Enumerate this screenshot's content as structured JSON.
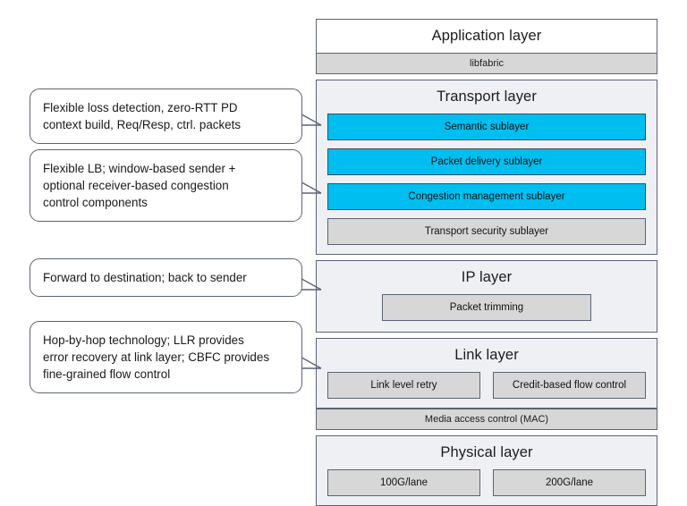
{
  "diagram": {
    "title": "Network protocol stack layers with annotations",
    "colors": {
      "sublayer_highlight": "#00bff0",
      "sublayer_gray": "#d7d7d7",
      "layer_background": "#eef0f4",
      "border": "#5b6475",
      "application_background": "#ffffff"
    }
  },
  "stack": {
    "application": {
      "title": "Application layer",
      "bar": "libfabric"
    },
    "transport": {
      "title": "Transport layer",
      "sublayers": [
        {
          "label": "Semantic sublayer",
          "style": "cyan"
        },
        {
          "label": "Packet delivery sublayer",
          "style": "cyan"
        },
        {
          "label": "Congestion management sublayer",
          "style": "cyan"
        },
        {
          "label": "Transport security sublayer",
          "style": "gray"
        }
      ]
    },
    "ip": {
      "title": "IP layer",
      "boxes": [
        {
          "label": "Packet trimming",
          "style": "gray"
        }
      ]
    },
    "link": {
      "title": "Link layer",
      "boxes": [
        {
          "label": "Link level retry",
          "style": "gray"
        },
        {
          "label": "Credit-based flow control",
          "style": "gray"
        }
      ],
      "bar": "Media access control (MAC)"
    },
    "physical": {
      "title": "Physical layer",
      "boxes": [
        {
          "label": "100G/lane",
          "style": "gray"
        },
        {
          "label": "200G/lane",
          "style": "gray"
        }
      ]
    }
  },
  "callouts": [
    {
      "id": "semantic-note",
      "text": "Flexible loss detection, zero-RTT PD\ncontext build, Req/Resp, ctrl. packets"
    },
    {
      "id": "congestion-note",
      "text": "Flexible LB; window-based sender +\noptional receiver-based congestion\ncontrol components"
    },
    {
      "id": "ip-note",
      "text": "Forward to destination; back to sender"
    },
    {
      "id": "link-note",
      "text": "Hop-by-hop technology; LLR provides\nerror recovery at link layer; CBFC provides\nfine-grained flow control"
    }
  ]
}
